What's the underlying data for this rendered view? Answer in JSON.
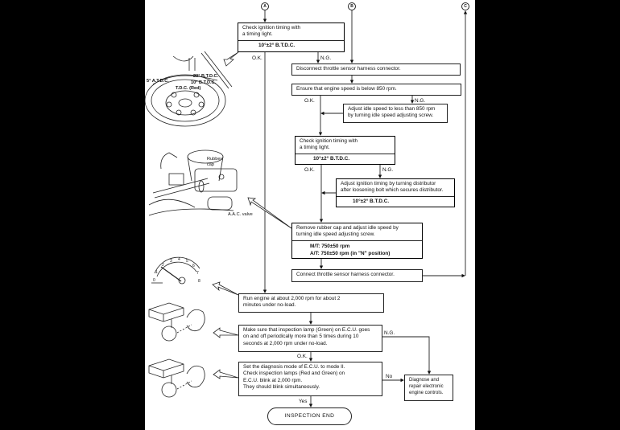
{
  "connectors": {
    "a": "A",
    "b": "B",
    "c": "C"
  },
  "steps": {
    "check_timing_1": {
      "lines": [
        "Check ignition timing with",
        "a timing light."
      ],
      "spec": "10°±2° B.T.D.C."
    },
    "disconnect_tps": {
      "text": "Disconnect throttle sensor harness connector."
    },
    "ensure_speed": {
      "text": "Ensure that engine speed is below 850 rpm."
    },
    "adjust_idle_850": {
      "lines": [
        "Adjust idle speed to less than 850 rpm",
        "by turning idle speed adjusting screw."
      ]
    },
    "check_timing_2": {
      "lines": [
        "Check ignition timing with",
        "a timing light."
      ],
      "spec": "10°±2° B.T.D.C."
    },
    "adjust_timing": {
      "lines": [
        "Adjust ignition timing by turning distributor",
        "after loosening bolt which secures distributor."
      ],
      "spec": "10°±2° B.T.D.C."
    },
    "remove_cap": {
      "lines": [
        "Remove rubber cap and adjust idle speed by",
        "turning idle speed adjusting screw."
      ],
      "spec_mt": "M/T:  750±50 rpm",
      "spec_at": "A/T:  750±50 rpm (in \"N\" position)"
    },
    "connect_tps": {
      "text": "Connect throttle sensor harness connector."
    },
    "run_engine": {
      "lines": [
        "Run engine at about 2,000 rpm for about 2",
        "minutes under no-load."
      ]
    },
    "inspect_lamp": {
      "lines": [
        "Make sure that inspection lamp (Green) on E.C.U. goes",
        "on and off periodically more than 5 times during 10",
        "seconds at 2,000 rpm under no-load."
      ]
    },
    "diag_mode": {
      "lines": [
        "Set the diagnosis mode of E.C.U. to mode II.",
        "Check inspection lamps (Red and Green) on",
        "E.C.U. blink at 2,000 rpm.",
        "They should blink simultaneously."
      ]
    },
    "diagnose_repair": {
      "lines": [
        "Diagnose and",
        "repair electronic",
        "engine controls."
      ]
    },
    "end": {
      "text": "INSPECTION END"
    }
  },
  "branch_labels": {
    "ok": "O.K.",
    "ng": "N.G.",
    "yes": "Yes",
    "no": "No"
  },
  "illustrations": {
    "pulley": {
      "atdc": "5° A.T.D.C.",
      "btdc20": "20° B.T.D.C.",
      "btdc10": "10° B.T.D.C.",
      "tdc": "T.D.C. (Red)"
    },
    "throttle_body": {
      "rubber_cap": "Rubber cap",
      "aac_valve": "A.A.C. valve"
    },
    "tachometer": {
      "ticks": [
        "0",
        "1",
        "2",
        "3",
        "4",
        "5",
        "6",
        "7",
        "8"
      ]
    }
  }
}
